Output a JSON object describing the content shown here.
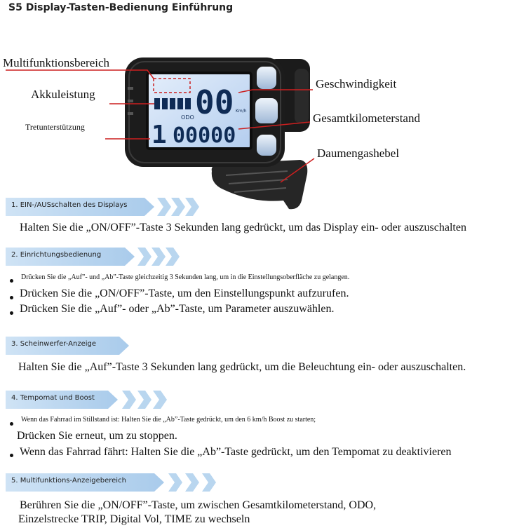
{
  "title": "S5 Display-Tasten-Bedienung Einführung",
  "device": {
    "speed_digits": "00",
    "speed_unit": "Km/h",
    "odo_label": "ODO",
    "assist_level": "1",
    "odo_digits": "00000"
  },
  "callouts": {
    "multifunction": "Multifunktionsbereich",
    "battery": "Akkuleistung",
    "assist": "Tretunterstützung",
    "speed": "Geschwindigkeit",
    "total_km": "Gesamtkilometerstand",
    "thumb_throttle": "Daumengashebel"
  },
  "sections": [
    {
      "heading": "1. EIN-/AUSschalten des Displays",
      "lines": [
        "Halten Sie die „ON/OFF”-Taste 3 Sekunden lang gedrückt, um das Display ein- oder auszuschalten"
      ]
    },
    {
      "heading": "2. Einrichtungsbedienung",
      "lines": [
        "Drücken Sie die „Auf”- und „Ab”-Taste gleichzeitig 3 Sekunden lang, um in die Einstellungsoberfläche zu gelangen.",
        "Drücken Sie die „ON/OFF”-Taste, um den Einstellungspunkt aufzurufen.",
        "Drücken Sie die „Auf”- oder „Ab”-Taste, um Parameter auszuwählen."
      ]
    },
    {
      "heading": "3. Scheinwerfer-Anzeige",
      "lines": [
        "Halten Sie die „Auf”-Taste 3 Sekunden lang gedrückt, um die Beleuchtung ein- oder auszuschalten."
      ]
    },
    {
      "heading": "4. Tempomat und Boost",
      "lines": [
        "Wenn das Fahrrad im Stillstand ist: Halten Sie die „Ab”-Taste gedrückt, um den 6 km/h Boost zu starten;",
        "Drücken Sie erneut, um zu stoppen.",
        "Wenn das Fahrrad fährt: Halten Sie die „Ab”-Taste gedrückt, um den Tempomat zu deaktivieren"
      ]
    },
    {
      "heading": "5. Multifunktions-Anzeigebereich",
      "lines": [
        "Berühren Sie die „ON/OFF”-Taste, um zwischen Gesamtkilometerstand, ODO,",
        "Einzelstrecke TRIP, Digital Vol, TIME zu wechseln"
      ]
    }
  ],
  "colors": {
    "banner": "#a9cbeb",
    "lcd": "#c7dcf6",
    "leader": "#cc1f1f"
  }
}
